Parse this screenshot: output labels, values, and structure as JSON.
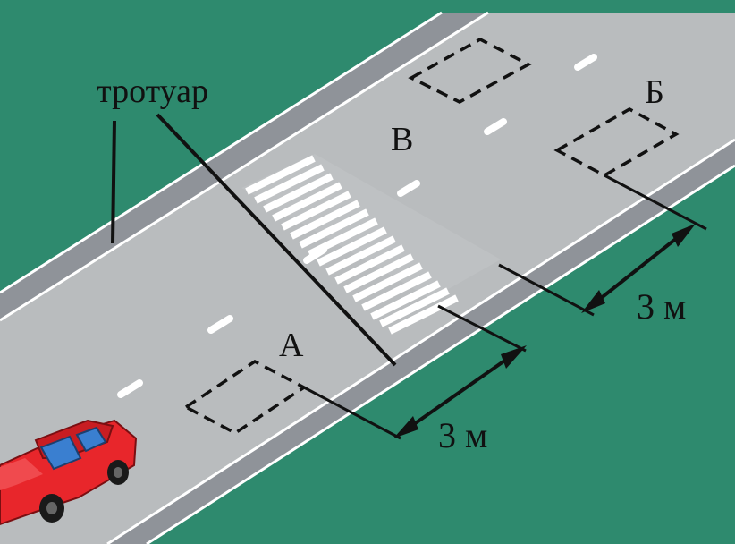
{
  "labels": {
    "sidewalk": "тротуар",
    "point_a": "А",
    "point_b": "Б",
    "point_v": "В",
    "distance_lower": "3 м",
    "distance_upper": "3 м"
  },
  "colors": {
    "grass": "#2e8a6e",
    "sidewalk": "#8f9399",
    "road": "#b9bcbe",
    "marking": "#ffffff",
    "car_body": "#e8262b",
    "car_window": "#3a7fd0"
  },
  "icons": {
    "car": "car-icon"
  }
}
